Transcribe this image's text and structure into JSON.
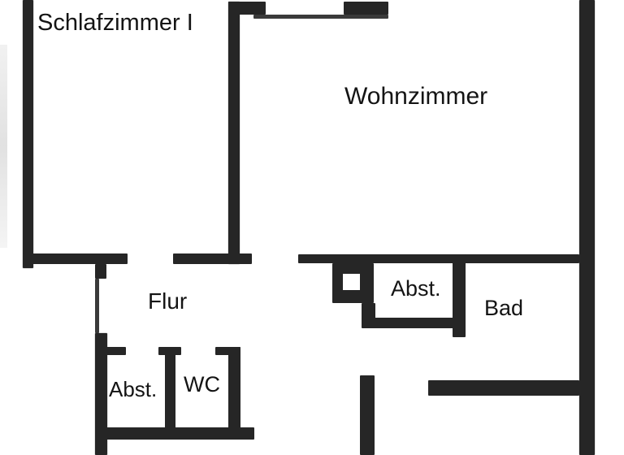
{
  "title": "floor-plan",
  "colors": {
    "wall": "#262626",
    "wall_thin": "#3a3a3a",
    "background": "#ffffff",
    "text": "#141414"
  },
  "rooms": {
    "schlafzimmer": {
      "label": "Schlafzimmer I"
    },
    "wohnzimmer": {
      "label": "Wohnzimmer"
    },
    "flur": {
      "label": "Flur"
    },
    "abst_top": {
      "label": "Abst."
    },
    "bad": {
      "label": "Bad"
    },
    "abst_bottom": {
      "label": "Abst."
    },
    "wc": {
      "label": "WC"
    }
  }
}
